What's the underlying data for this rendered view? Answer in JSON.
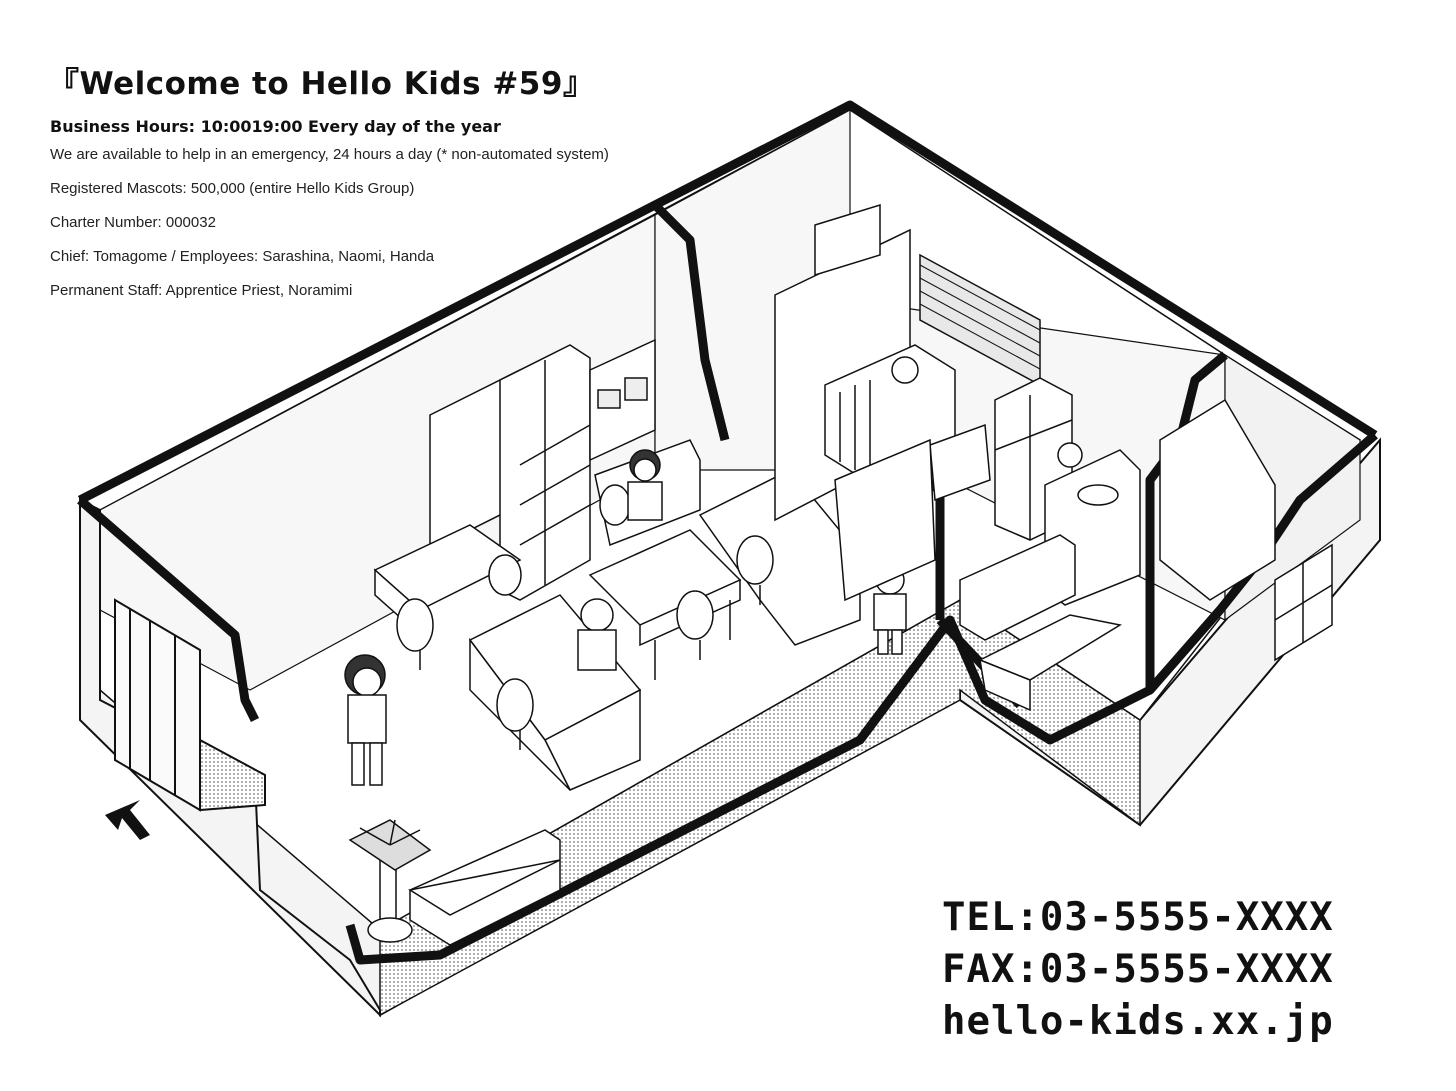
{
  "title": "『Welcome to Hello Kids #59』",
  "business_hours": "Business Hours: 10:0019:00 Every day of the year",
  "info_lines": [
    "We are available to help in an emergency, 24 hours a day (* non-automated system)",
    "Registered Mascots: 500,000 (entire Hello Kids Group)",
    "Charter Number: 000032",
    "Chief: Tomagome / Employees: Sarashina, Naomi, Handa",
    "Permanent Staff: Apprentice Priest, Noramimi"
  ],
  "contact": {
    "tel": "TEL:03-5555-XXXX",
    "fax": "FAX:03-5555-XXXX",
    "web": "hello-kids.xx.jp"
  },
  "illustration": {
    "icons": [
      "entrance-arrow-icon",
      "potted-plant-icon",
      "crib-icon",
      "refrigerator-icon",
      "sink-icon"
    ],
    "colors": {
      "ink": "#111111",
      "floor": "#ffffff",
      "wall": "#f6f6f6",
      "shade": "#bdbdbd"
    }
  }
}
